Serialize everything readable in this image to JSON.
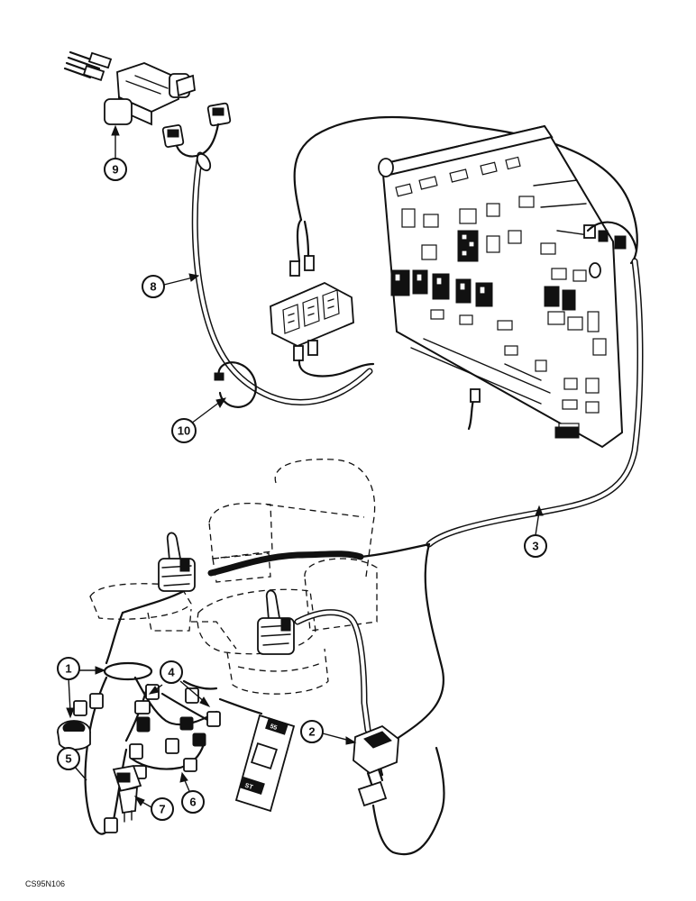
{
  "callouts": [
    {
      "id": "1",
      "label": "1"
    },
    {
      "id": "2",
      "label": "2"
    },
    {
      "id": "3",
      "label": "3"
    },
    {
      "id": "4",
      "label": "4"
    },
    {
      "id": "5",
      "label": "5"
    },
    {
      "id": "6",
      "label": "6"
    },
    {
      "id": "7",
      "label": "7"
    },
    {
      "id": "8",
      "label": "8"
    },
    {
      "id": "9",
      "label": "9"
    },
    {
      "id": "10",
      "label": "10"
    }
  ],
  "reference_code": "CS95N106",
  "switch_panel_text": {
    "top": "55",
    "bottom": "ST"
  }
}
